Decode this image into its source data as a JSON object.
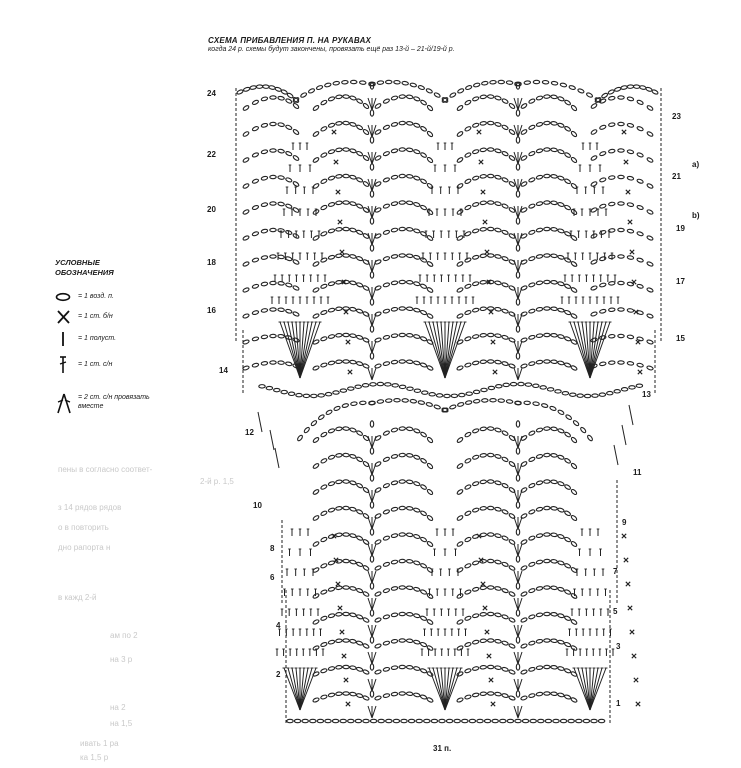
{
  "header": {
    "title": "СХЕМА ПРИБАВЛЕНИЯ П. НА РУКАВАХ",
    "subtitle": "когда 24 р. схемы будут закончены, провязать ещё раз 13-й – 21-й/19-й р."
  },
  "legend": {
    "heading_line1": "УСЛОВНЫЕ",
    "heading_line2": "ОБОЗНАЧЕНИЯ",
    "items": [
      {
        "icon": "chain-stitch-icon",
        "label": "= 1 возд. п."
      },
      {
        "icon": "single-crochet-icon",
        "label": "= 1 ст. б/н"
      },
      {
        "icon": "slip-stitch-icon",
        "label": "= 1 полуст."
      },
      {
        "icon": "double-crochet-icon",
        "label": "= 1 ст. с/н"
      },
      {
        "icon": "dc2tog-icon",
        "label_line1": "= 2 ст. с/н провязать",
        "label_line2": "вместе"
      }
    ]
  },
  "rows_left": [
    "24",
    "22",
    "20",
    "18",
    "16",
    "14",
    "12",
    "10",
    "8",
    "6",
    "4",
    "2"
  ],
  "rows_right": [
    "23",
    "21",
    "19",
    "17",
    "15",
    "13",
    "11",
    "9",
    "7",
    "5",
    "3",
    "1"
  ],
  "side_labels": [
    "a)",
    "b)"
  ],
  "stitch_count": "31 п.",
  "faded_text": [
    "пены  в  согласно  соответ-",
    "2-й р. 1,5",
    "з 14 рядов   рядов",
    "о  в  повторить",
    "дно  рапорта   н",
    "в   кажд 2-й",
    "ам   по 2",
    "на 3 р",
    "на 2",
    "на 1,5",
    "ивать 1 ра",
    "ка 1,5 р"
  ]
}
